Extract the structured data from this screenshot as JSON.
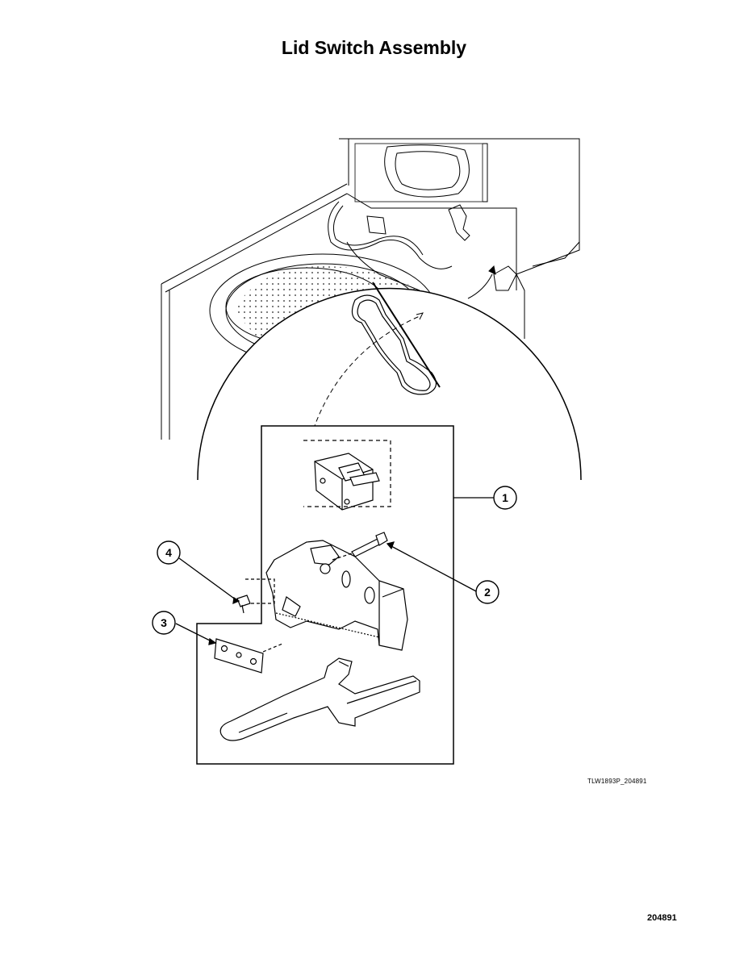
{
  "title": "Lid Switch Assembly",
  "callouts": [
    {
      "id": "1",
      "label": "1"
    },
    {
      "id": "2",
      "label": "2"
    },
    {
      "id": "3",
      "label": "3"
    },
    {
      "id": "4",
      "label": "4"
    }
  ],
  "figure_reference": "TLW1893P_204891",
  "page_number": "204891"
}
